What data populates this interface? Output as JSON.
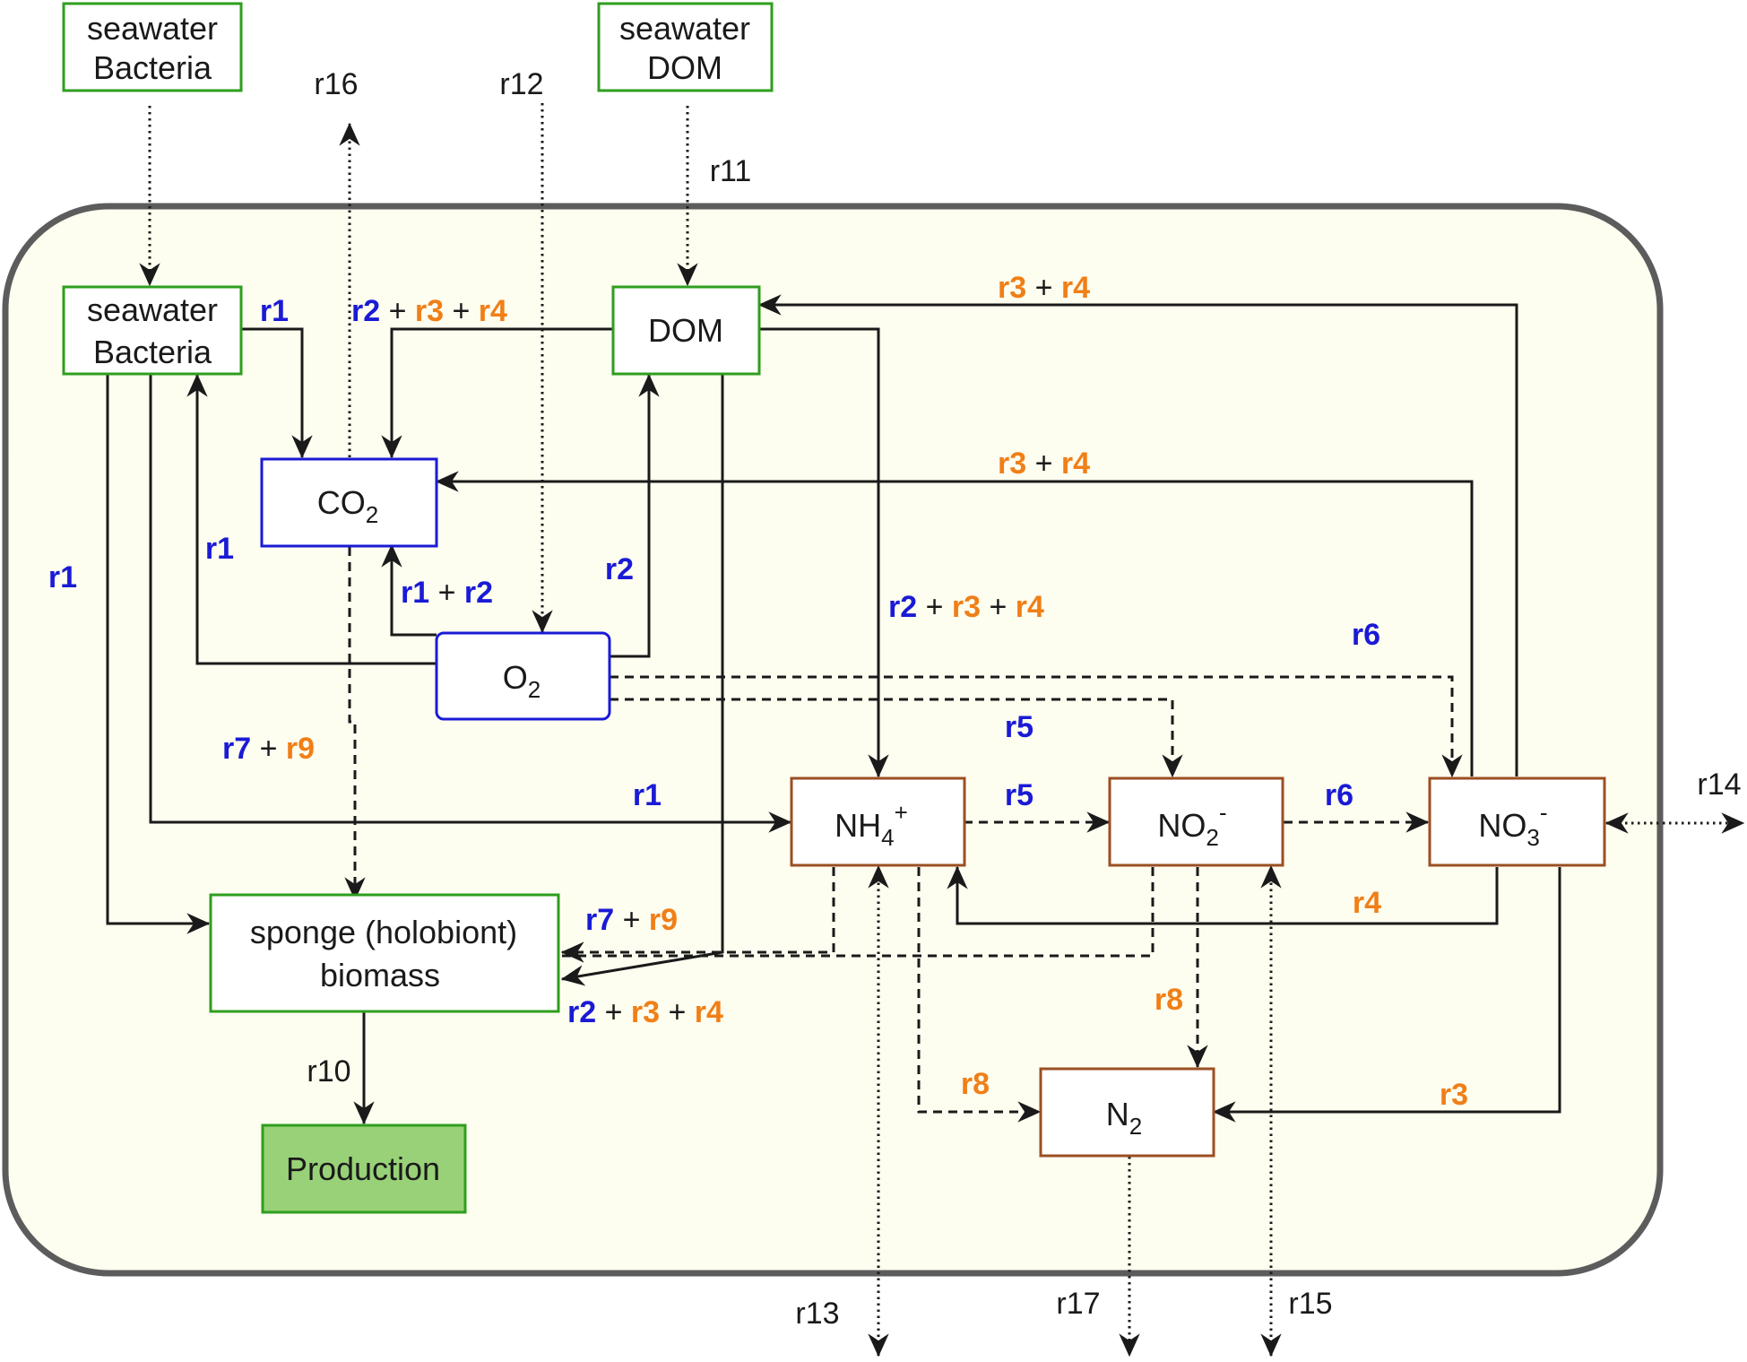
{
  "colors": {
    "compartment_fill": "#fdfdf0",
    "compartment_border": "#5c5c5c",
    "green": "#2e9e1e",
    "blue": "#1a1ad6",
    "brown": "#9a4f22",
    "production_fill": "#98d177",
    "label_blue": "#1a1ad6",
    "label_orange": "#f07f17"
  },
  "nodes": {
    "ext_bacteria": {
      "line1": "seawater",
      "line2": "Bacteria"
    },
    "ext_dom": {
      "line1": "seawater",
      "line2": "DOM"
    },
    "bacteria": {
      "line1": "seawater",
      "line2": "Bacteria"
    },
    "dom": {
      "label": "DOM"
    },
    "co2": {
      "label": "CO",
      "sub": "2"
    },
    "o2": {
      "label": "O",
      "sub": "2"
    },
    "nh4": {
      "label": "NH",
      "sub": "4",
      "sup": "+"
    },
    "no2": {
      "label": "NO",
      "sub": "2",
      "sup": "-"
    },
    "no3": {
      "label": "NO",
      "sub": "3",
      "sup": "-"
    },
    "n2": {
      "label": "N",
      "sub": "2"
    },
    "biomass": {
      "line1": "sponge (holobiont)",
      "line2": "biomass"
    },
    "production": {
      "label": "Production"
    }
  },
  "external_labels": {
    "r16": "r16",
    "r12": "r12",
    "r11": "r11",
    "r14": "r14",
    "r13": "r13",
    "r17": "r17",
    "r15": "r15",
    "r10": "r10"
  },
  "reaction_labels": {
    "r1": "r1",
    "r2": "r2",
    "r3": "r3",
    "r4": "r4",
    "r5": "r5",
    "r6": "r6",
    "r7": "r7",
    "r8": "r8",
    "r9": "r9",
    "plus": " + "
  }
}
